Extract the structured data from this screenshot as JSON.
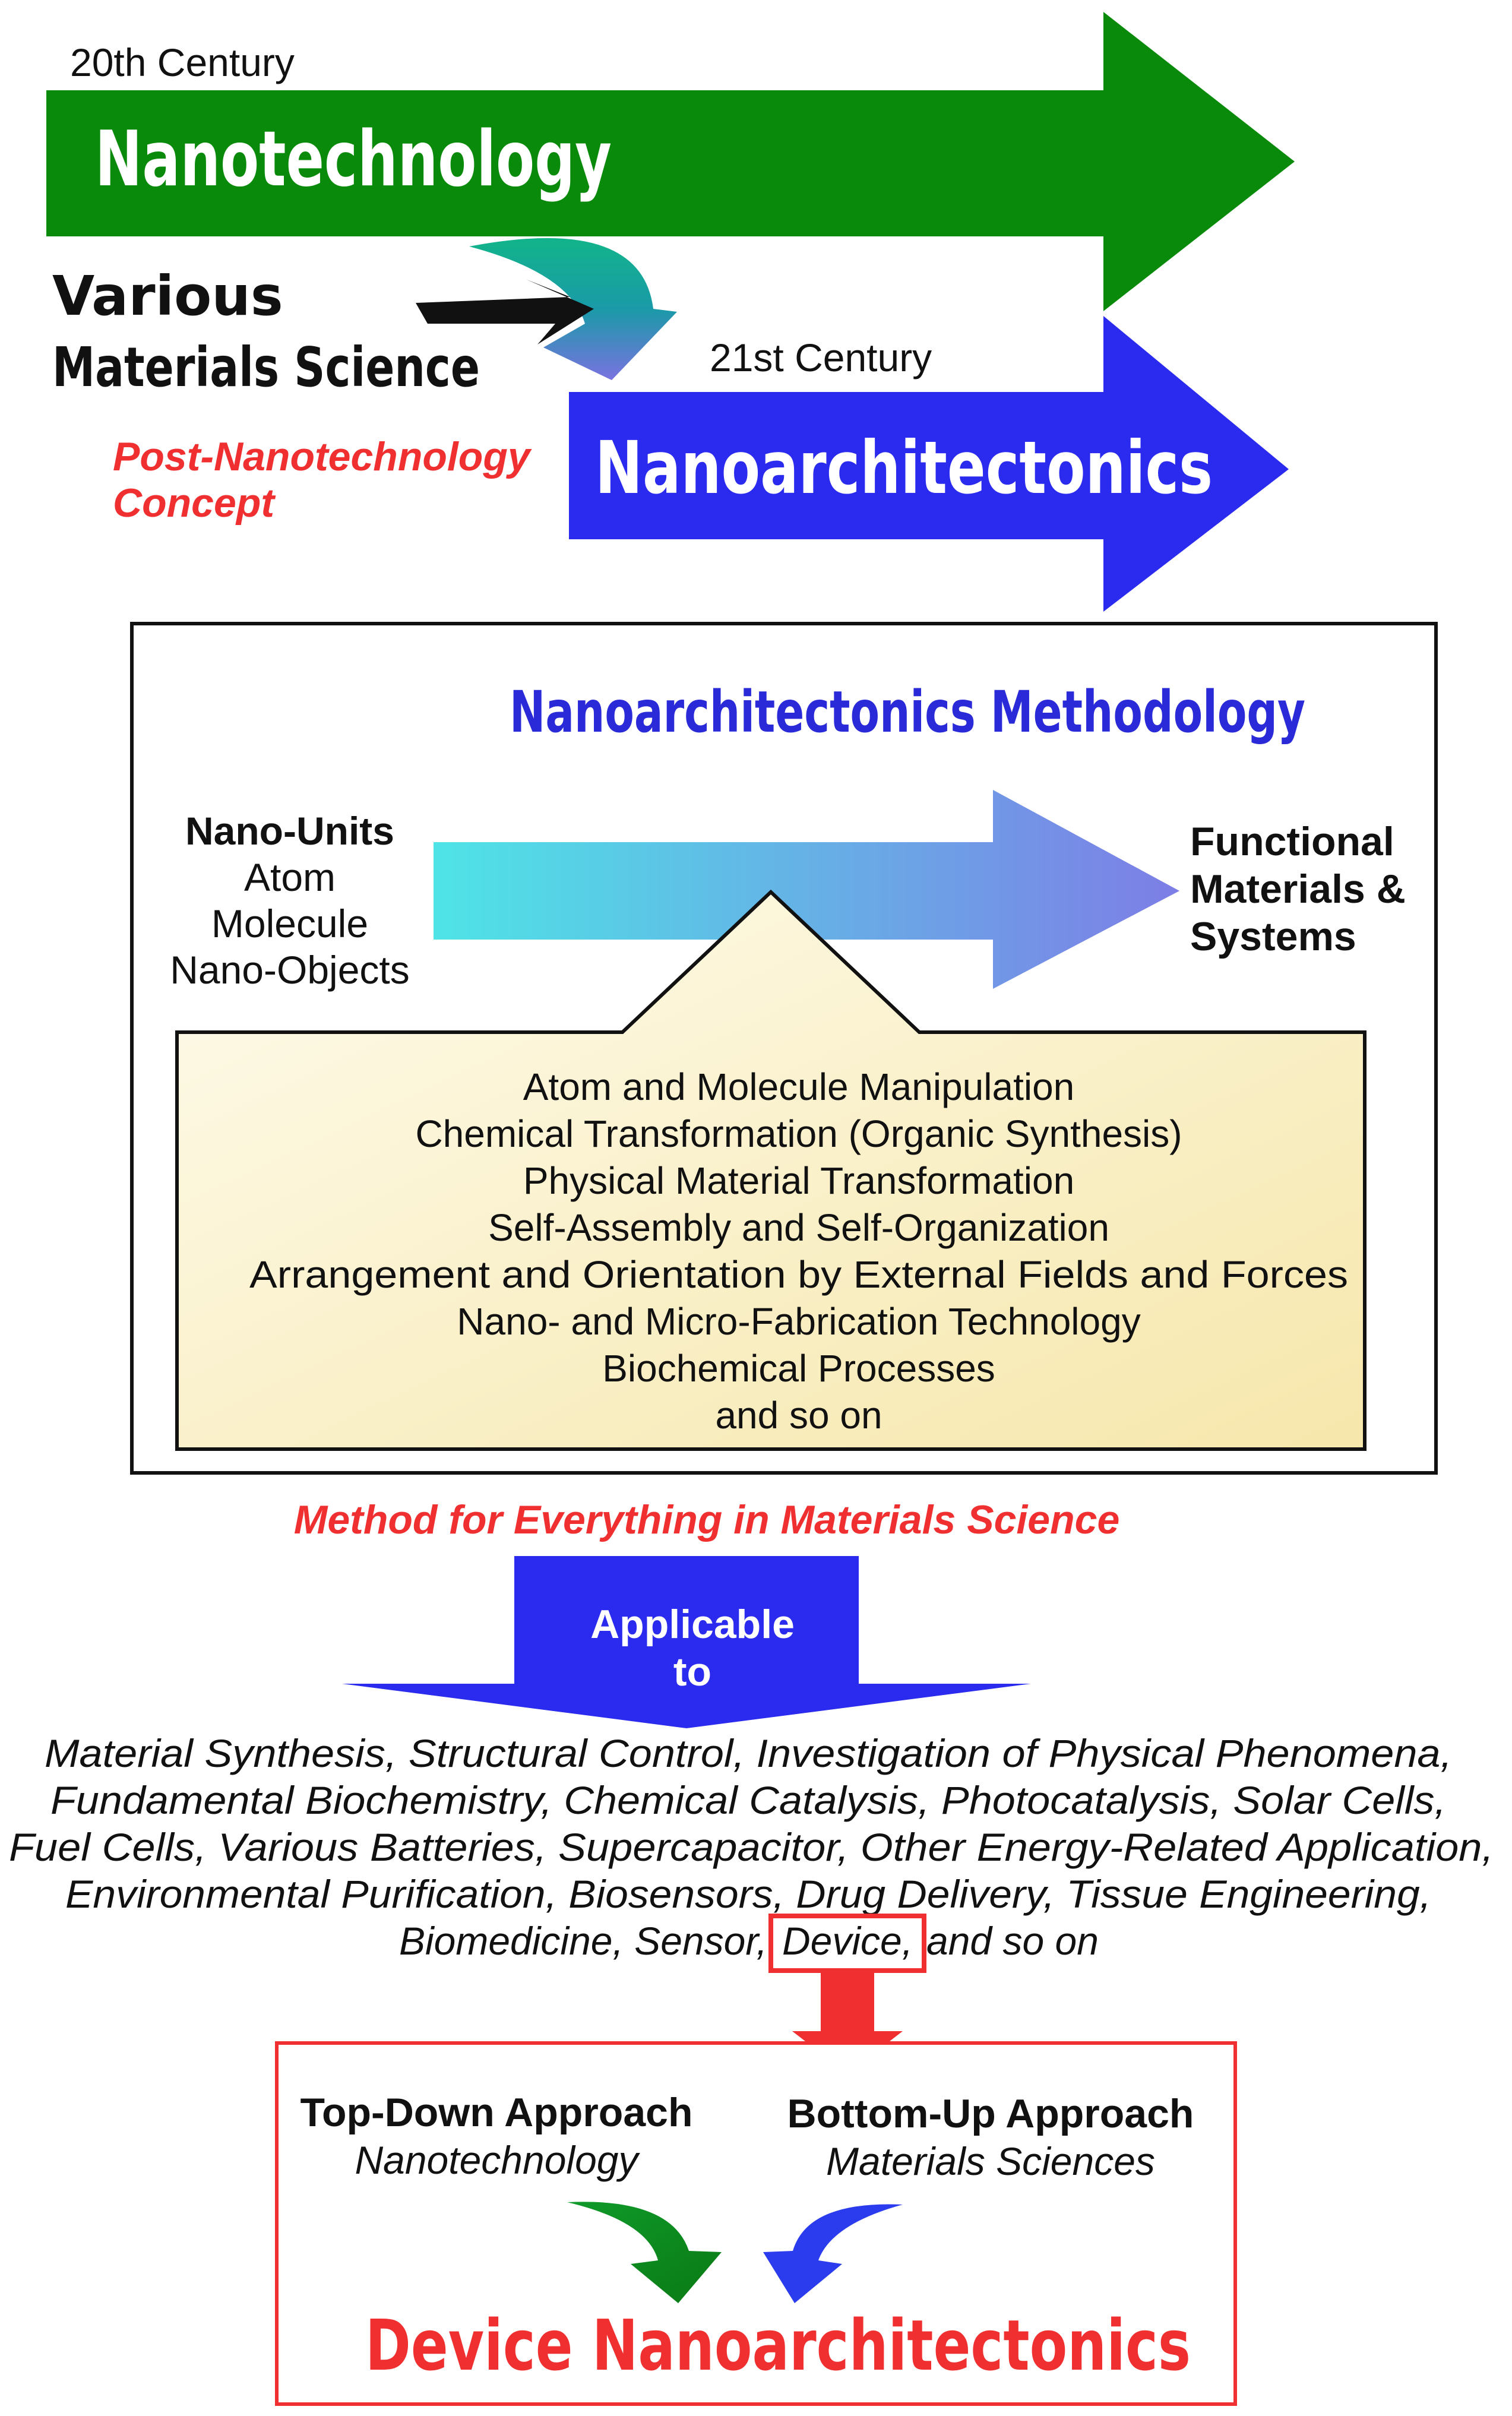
{
  "top": {
    "century20": "20th Century",
    "nanotech_label": "Nanotechnology",
    "various_line1": "Various",
    "various_line2": "Materials Science",
    "century21": "21st Century",
    "post_line1": "Post-Nanotechnology",
    "post_line2": "Concept",
    "nanoarch_label": "Nanoarchitectonics"
  },
  "methodology": {
    "title": "Nanoarchitectonics Methodology",
    "units_title": "Nano-Units",
    "units": [
      "Atom",
      "Molecule",
      "Nano-Objects"
    ],
    "functional": [
      "Functional",
      "Materials &",
      "Systems"
    ],
    "methods": [
      "Atom and Molecule Manipulation",
      "Chemical Transformation (Organic Synthesis)",
      "Physical Material Transformation",
      "Self-Assembly and Self-Organization",
      "Arrangement and Orientation by External Fields and Forces",
      "Nano- and Micro-Fabrication Technology",
      "Biochemical Processes",
      "and so on"
    ]
  },
  "method_everything": "Method for Everything in Materials Science",
  "applicable": [
    "Applicable",
    "to"
  ],
  "applications": [
    "Material Synthesis, Structural Control, Investigation of Physical Phenomena,",
    "Fundamental Biochemistry, Chemical Catalysis, Photocatalysis, Solar Cells,",
    "Fuel Cells, Various Batteries, Supercapacitor, Other Energy-Related Application,",
    "Environmental Purification, Biosensors, Drug Delivery, Tissue Engineering,"
  ],
  "applications_last": {
    "before": "Biomedicine, Sensor, ",
    "highlight": "Device,",
    "after": " and so on"
  },
  "device": {
    "top_down_title": "Top-Down Approach",
    "top_down_sub": "Nanotechnology",
    "bottom_up_title": "Bottom-Up Approach",
    "bottom_up_sub": "Materials Sciences",
    "result": "Device Nanoarchitectonics"
  },
  "colors": {
    "green": "#0a8a0a",
    "blue": "#2b2bef",
    "red": "#f03030",
    "navy_title": "#2a2ad8",
    "box_fill_top": "#fdf8e4",
    "box_fill_bottom": "#f7e8ae"
  }
}
